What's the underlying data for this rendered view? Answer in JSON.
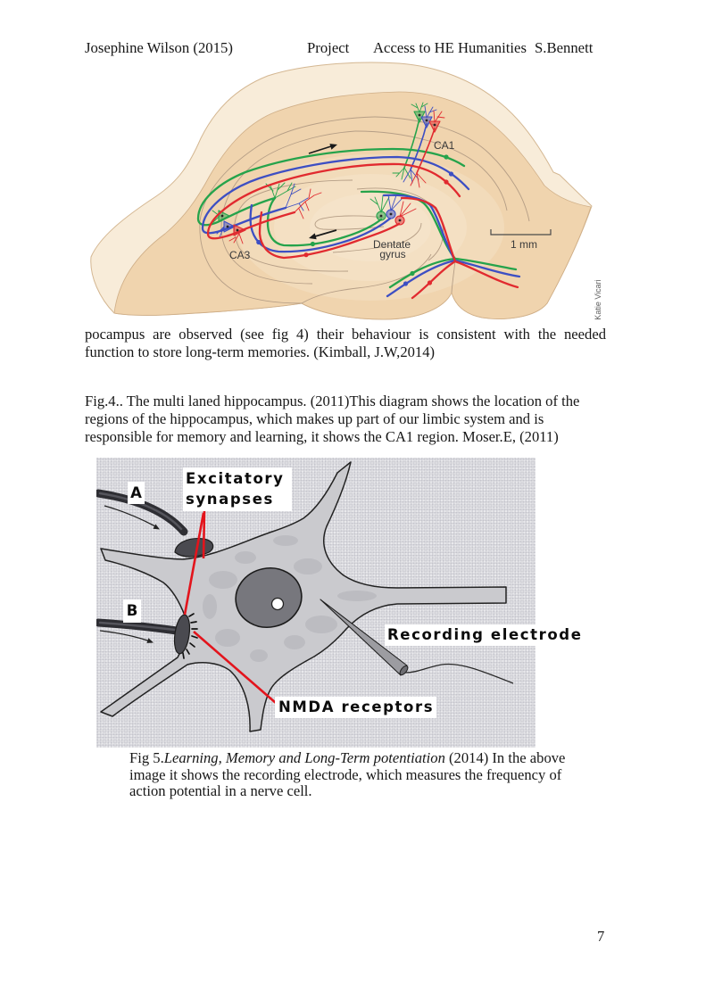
{
  "header": {
    "author": "Josephine Wilson (2015)",
    "project": "Project",
    "course": "Access to HE Humanities",
    "tutor": "S.Bennett"
  },
  "figure4": {
    "labels": {
      "ca1": "CA1",
      "ca3": "CA3",
      "dentate_gyrus": [
        "Dentate",
        "gyrus"
      ],
      "scale_bar": "1 mm",
      "credit": "Katie Vicari"
    },
    "pathway_colors": {
      "green": "#25a34b",
      "blue": "#3d4fc3",
      "red": "#e12a2f"
    }
  },
  "body_paragraph": {
    "lines": [
      "pocampus are observed (see fig 4) their behaviour is consistent with the needed",
      "function to store long-term memories. (Kimball, J.W,2014)"
    ]
  },
  "figure4_caption": {
    "lines": [
      "Fig.4.. The multi laned hippocampus. (2011)This diagram shows the location of the",
      "regions of the hippocampus, which makes up part of our limbic system and is",
      "responsible for memory and learning, it shows the CA1 region. Moser.E, (2011)"
    ]
  },
  "figure5": {
    "labels": {
      "synapse_a": "A",
      "synapse_b": "B",
      "excitatory_synapses": [
        "Excitatory",
        "synapses"
      ],
      "recording_electrode": "Recording electrode",
      "nmda_receptors": "NMDA receptors"
    },
    "annotation_line_color": "#e3141c"
  },
  "figure5_caption": {
    "label": "Fig 5.",
    "title": "Learning, Memory and Long-Term potentiation",
    "line1_tail": " (2014) In the above",
    "lines": [
      "image it shows the recording electrode, which measures the frequency of",
      "action potential in a nerve cell."
    ]
  },
  "page_number": "7"
}
